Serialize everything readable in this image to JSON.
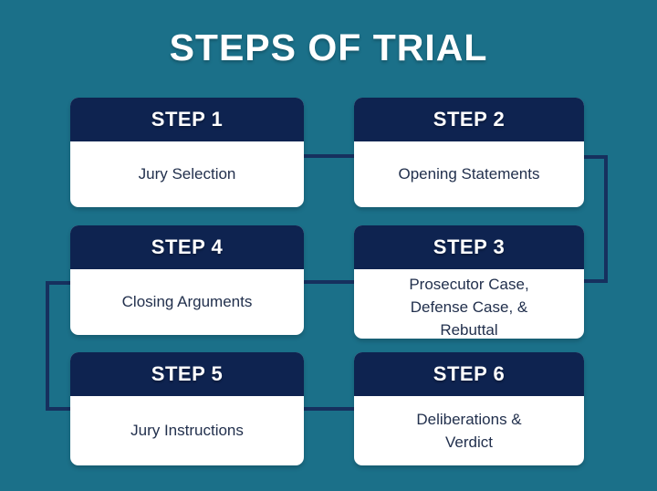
{
  "title": "STEPS OF TRIAL",
  "colors": {
    "background": "#1b7089",
    "header": "#0e2350",
    "card_body": "#ffffff",
    "body_text": "#22304d",
    "connector": "#16305e"
  },
  "steps": [
    {
      "id": "step-1",
      "header": "STEP 1",
      "body": "Jury Selection",
      "lines": [
        "Jury Selection"
      ]
    },
    {
      "id": "step-2",
      "header": "STEP 2",
      "body": "Opening Statements",
      "lines": [
        "Opening Statements"
      ]
    },
    {
      "id": "step-3",
      "header": "STEP 3",
      "body": "Prosecutor Case, Defense Case, & Rebuttal",
      "lines": [
        "Prosecutor Case,",
        "Defense Case, &",
        "Rebuttal"
      ]
    },
    {
      "id": "step-4",
      "header": "STEP 4",
      "body": "Closing Arguments",
      "lines": [
        "Closing Arguments"
      ]
    },
    {
      "id": "step-5",
      "header": "STEP 5",
      "body": "Jury Instructions",
      "lines": [
        "Jury Instructions"
      ]
    },
    {
      "id": "step-6",
      "header": "STEP 6",
      "body": "Deliberations & Verdict",
      "lines": [
        "Deliberations &",
        "Verdict"
      ]
    }
  ],
  "connectors": [
    {
      "name": "connector-step1-step2",
      "description": "horizontal line from Step 1 to Step 2"
    },
    {
      "name": "connector-step2-step3",
      "description": "right bracket from Step 2 down to Step 3"
    },
    {
      "name": "connector-step3-step4",
      "description": "horizontal line from Step 3 to Step 4"
    },
    {
      "name": "connector-step4-step5",
      "description": "left bracket from Step 4 down to Step 5"
    },
    {
      "name": "connector-step5-step6",
      "description": "horizontal line from Step 5 to Step 6"
    }
  ]
}
